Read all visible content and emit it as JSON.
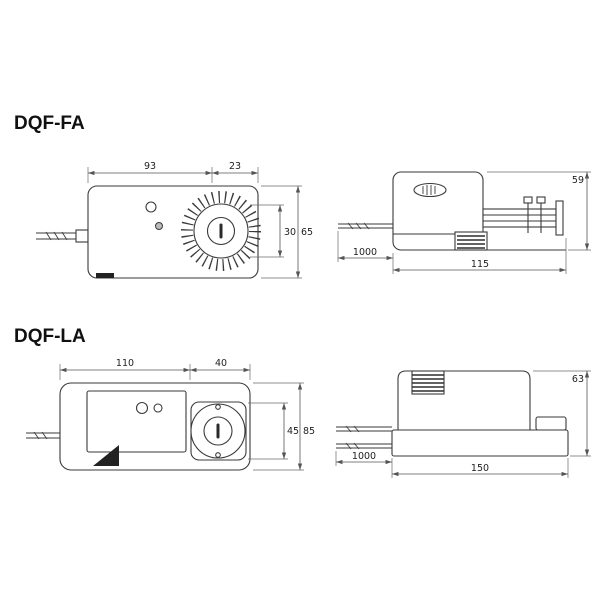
{
  "diagram": {
    "background": "#ffffff",
    "line_color": "#3a3a3a",
    "sections": [
      {
        "title": "DQF-FA",
        "front": {
          "width_main": "93",
          "width_knob": "23",
          "knob_height": "30",
          "total_height": "65"
        },
        "side": {
          "cable_length": "1000",
          "body_length": "115",
          "body_height": "59"
        }
      },
      {
        "title": "DQF-LA",
        "front": {
          "width_main": "110",
          "width_knob": "40",
          "knob_height": "45",
          "total_height": "85"
        },
        "side": {
          "cable_length": "1000",
          "body_length": "150",
          "body_height": "63"
        }
      }
    ]
  }
}
